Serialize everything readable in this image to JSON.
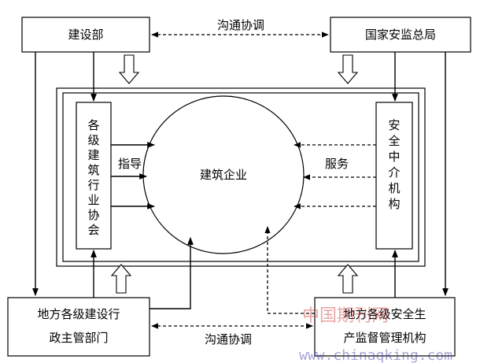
{
  "nodes": {
    "ministry": "建设部",
    "safety_bureau": "国家安监总局",
    "enterprise": "建筑企业",
    "associations": "各级建筑行业协会",
    "intermediaries": "安全中介机构",
    "local_construction": [
      "地方各级建设行",
      "政主管部门"
    ],
    "local_safety": [
      "地方各级安全生",
      "产监督管理机构"
    ]
  },
  "labels": {
    "communicate_top": "沟通协调",
    "communicate_bottom": "沟通协调",
    "guidance": "指导",
    "service": "服务"
  },
  "watermark": {
    "name": "中国期刊网",
    "url": "www.chinaqking.com"
  }
}
